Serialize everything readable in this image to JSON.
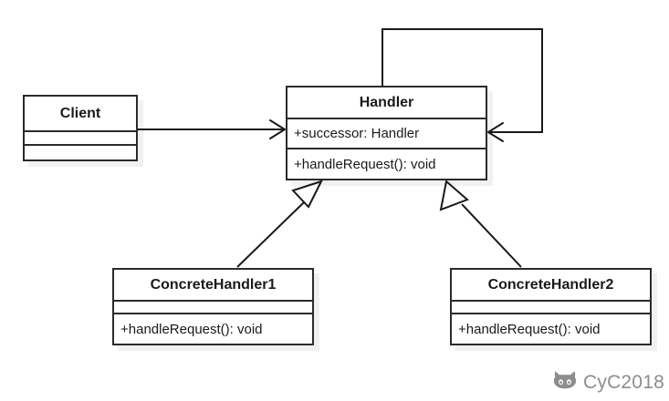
{
  "diagram": {
    "type": "uml-class-diagram",
    "pattern": "Chain of Responsibility",
    "background_color": "#ffffff",
    "line_color": "#2b2b2b",
    "text_color": "#1a1a1a"
  },
  "classes": {
    "client": {
      "name": "Client",
      "attributes_empty": "",
      "operations_empty": ""
    },
    "handler": {
      "name": "Handler",
      "attributes": "+successor: Handler",
      "operations": "+handleRequest(): void"
    },
    "concrete1": {
      "name": "ConcreteHandler1",
      "attributes_empty": "",
      "operations": "+handleRequest(): void"
    },
    "concrete2": {
      "name": "ConcreteHandler2",
      "attributes_empty": "",
      "operations": "+handleRequest(): void"
    }
  },
  "relations": [
    {
      "id": "client-to-handler",
      "kind": "association",
      "from": "Client",
      "to": "Handler",
      "arrowhead": "open"
    },
    {
      "id": "handler-self-successor",
      "kind": "self-association",
      "from": "Handler",
      "to": "Handler",
      "arrowhead": "open"
    },
    {
      "id": "concrete1-to-handler",
      "kind": "generalization",
      "from": "ConcreteHandler1",
      "to": "Handler",
      "arrowhead": "hollow-triangle"
    },
    {
      "id": "concrete2-to-handler",
      "kind": "generalization",
      "from": "ConcreteHandler2",
      "to": "Handler",
      "arrowhead": "hollow-triangle"
    }
  ],
  "watermark": {
    "label": "CyC2018",
    "icon": "cat-icon",
    "color": "#8d8d8d"
  }
}
